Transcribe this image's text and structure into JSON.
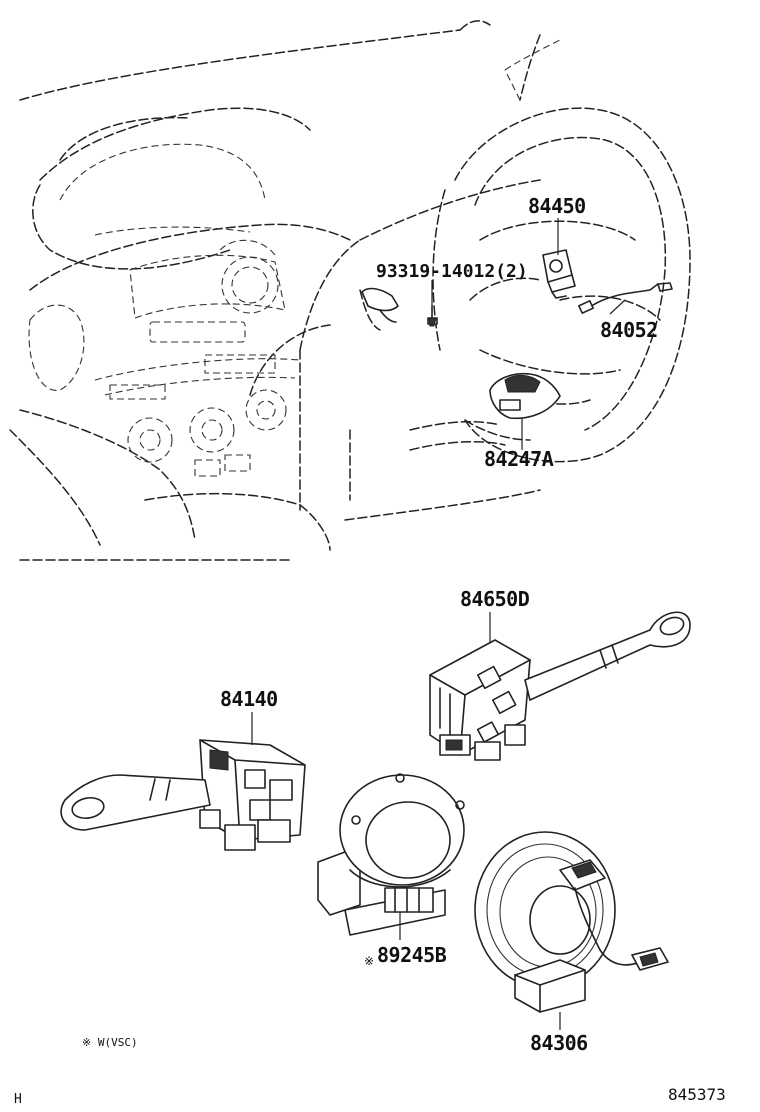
{
  "part_labels": {
    "p84450": "84450",
    "p93319": "93319-14012(2)",
    "p84052": "84052",
    "p84247A": "84247A",
    "p84650D": "84650D",
    "p84140": "84140",
    "p89245B": "89245B",
    "p84306": "84306"
  },
  "marker": "※",
  "footnote": "※ W(VSC)",
  "corner_letter": "H",
  "drawing_number": "845373"
}
